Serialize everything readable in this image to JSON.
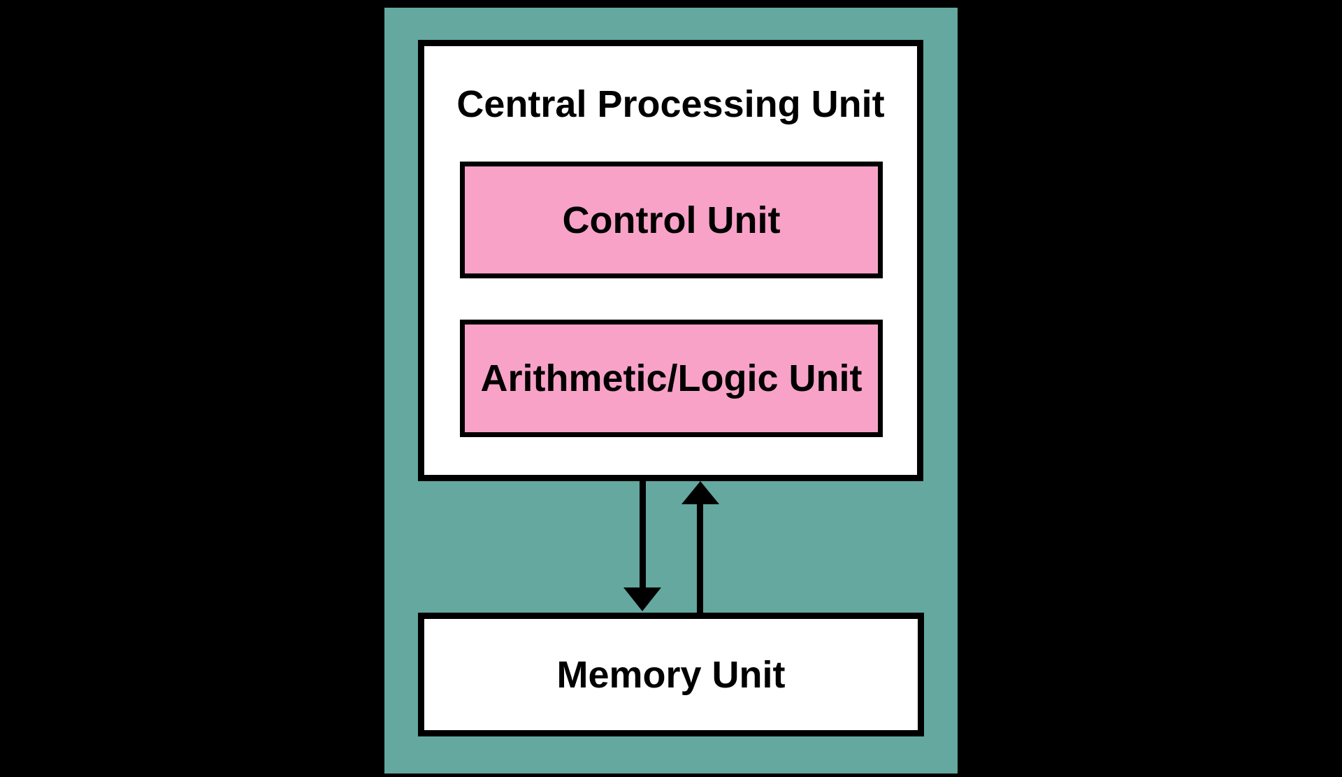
{
  "colors": {
    "background": "#000000",
    "panel": "#64A8A0",
    "box_fill": "#ffffff",
    "unit_fill": "#F8A2C8",
    "border": "#000000",
    "text": "#000000"
  },
  "diagram": {
    "cpu": {
      "title": "Central Processing Unit",
      "units": [
        {
          "label": "Control Unit"
        },
        {
          "label": "Arithmetic/Logic Unit"
        }
      ]
    },
    "memory": {
      "label": "Memory Unit"
    },
    "arrows": [
      {
        "name": "cpu-to-memory",
        "direction": "down"
      },
      {
        "name": "memory-to-cpu",
        "direction": "up"
      }
    ]
  }
}
